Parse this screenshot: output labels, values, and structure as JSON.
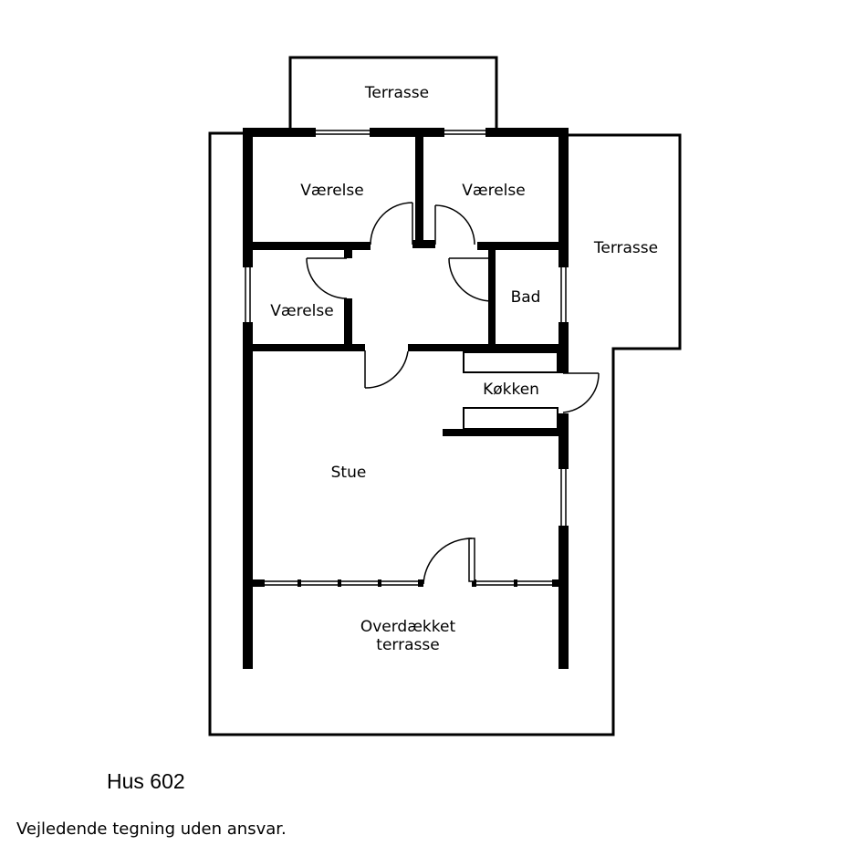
{
  "plan": {
    "rooms": {
      "terrasse_top": "Terrasse",
      "vaerelse_1": "Værelse",
      "vaerelse_2": "Værelse",
      "terrasse_right": "Terrasse",
      "vaerelse_3": "Værelse",
      "bad": "Bad",
      "kokken": "Køkken",
      "stue": "Stue",
      "overdaekket_line1": "Overdækket",
      "overdaekket_line2": "terrasse"
    },
    "colors": {
      "wall": "#000000",
      "background": "#ffffff"
    }
  },
  "footer": {
    "house_name": "Hus 602",
    "disclaimer": "Vejledende tegning uden ansvar."
  }
}
